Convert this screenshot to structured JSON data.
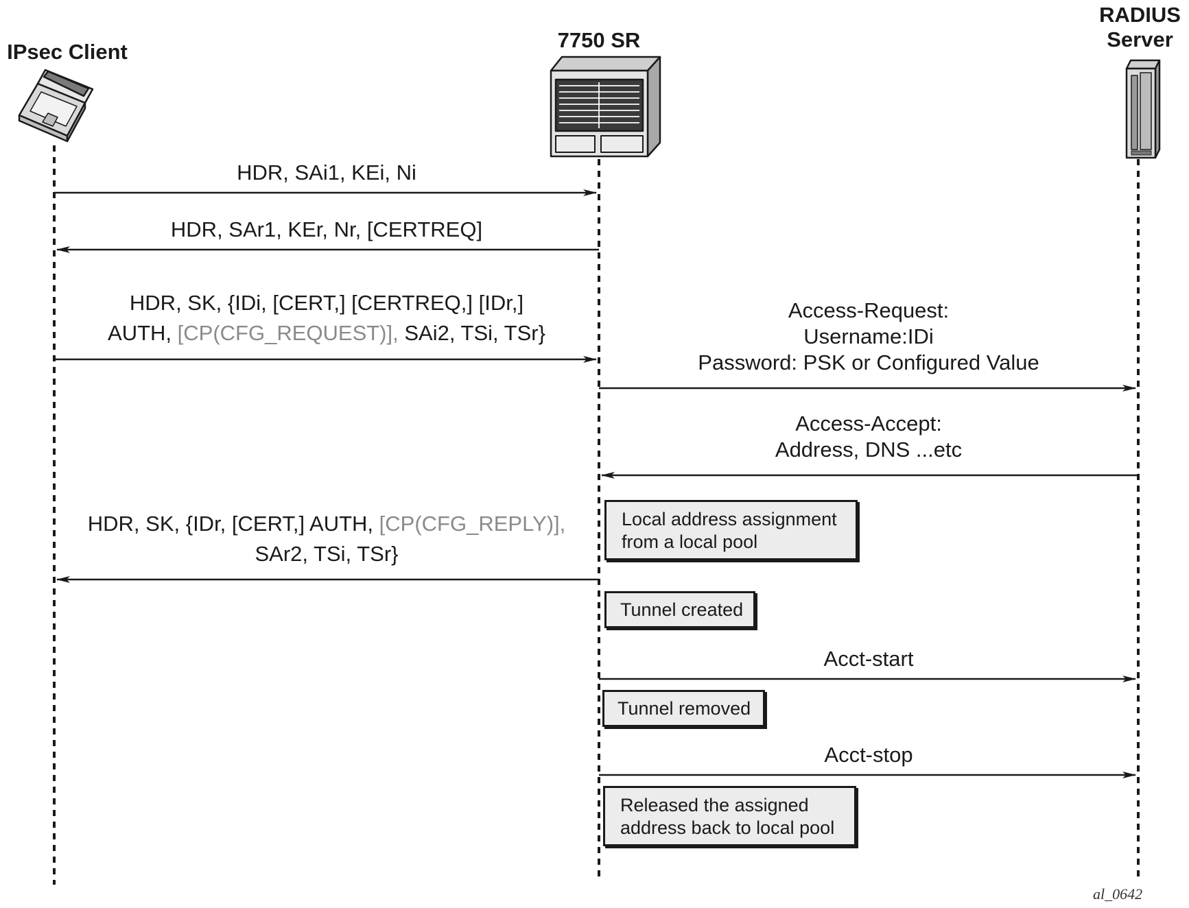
{
  "actors": {
    "client": "IPsec Client",
    "router": "7750 SR",
    "radius_line1": "RADIUS",
    "radius_line2": "Server"
  },
  "messages": {
    "m1": "HDR, SAi1, KEi, Ni",
    "m2": "HDR, SAr1, KEr, Nr, [CERTREQ]",
    "m3_line1": "HDR, SK, {IDi, [CERT,] [CERTREQ,] [IDr,]",
    "m3_line2_a": "AUTH, ",
    "m3_line2_gray": "[CP(CFG_REQUEST)],",
    "m3_line2_b": " SAi2, TSi, TSr}",
    "m4_line1": "Access-Request:",
    "m4_line2": "Username:IDi",
    "m4_line3": "Password: PSK or Configured Value",
    "m5_line1": "Access-Accept:",
    "m5_line2": "Address, DNS ...etc",
    "m6_line1_a": "HDR, SK, {IDr, [CERT,] AUTH, ",
    "m6_line1_gray": "[CP(CFG_REPLY)],",
    "m6_line2": "SAr2, TSi, TSr}",
    "m7": "Acct-start",
    "m8": "Acct-stop"
  },
  "notes": {
    "n1_line1": "Local address assignment",
    "n1_line2": "from a local pool",
    "n2": "Tunnel created",
    "n3": "Tunnel removed",
    "n4_line1": "Released the assigned",
    "n4_line2": "address back to local pool"
  },
  "figure_id": "al_0642",
  "icons": [
    "laptop-icon",
    "router-chassis-icon",
    "server-tower-icon"
  ],
  "colors": {
    "ink": "#1a1a1a",
    "gray_text": "#8a8a8a",
    "note_fill": "#ececec"
  }
}
